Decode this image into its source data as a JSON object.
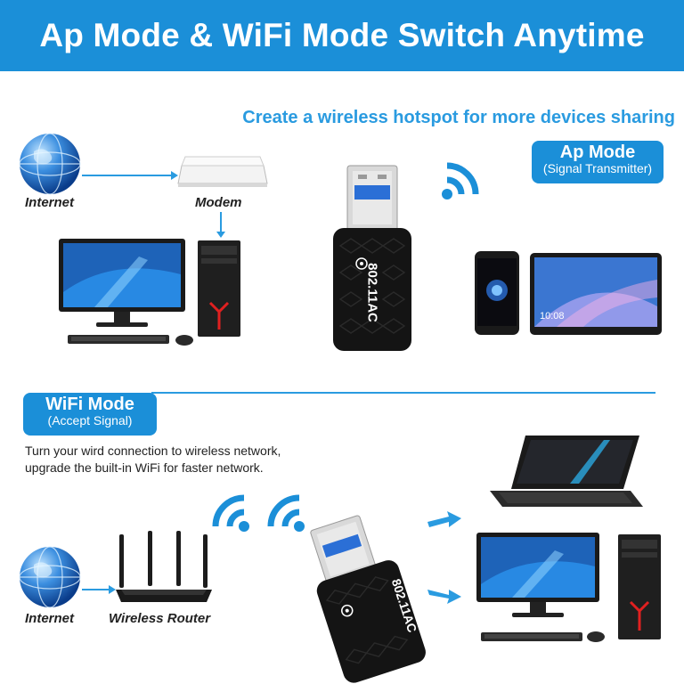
{
  "banner": {
    "title": "Ap Mode & WiFi Mode Switch Anytime"
  },
  "ap_section": {
    "tagline": "Create a wireless hotspot for more devices sharing",
    "badge_title": "Ap Mode",
    "badge_subtitle": "(Signal Transmitter)",
    "label_internet": "Internet",
    "label_modem": "Modem",
    "adapter_text": "802.11AC",
    "tablet_time": "10:08"
  },
  "wifi_section": {
    "badge_title": "WiFi Mode",
    "badge_subtitle": "(Accept Signal)",
    "description_line1": "Turn your wird connection to wireless network,",
    "description_line2": "upgrade the built-in WiFi for faster network.",
    "label_internet": "Internet",
    "label_router": "Wireless Router",
    "adapter_text": "802.11AC"
  },
  "colors": {
    "accent": "#1b8fd8",
    "text_accent": "#2a9be0",
    "arrow": "#2a9be0"
  }
}
